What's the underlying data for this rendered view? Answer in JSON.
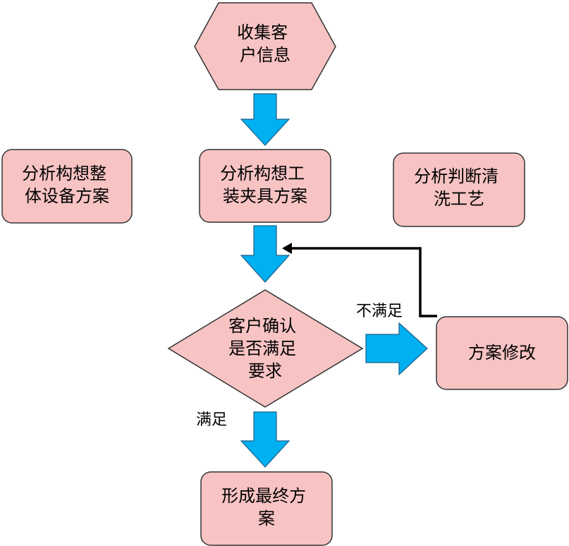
{
  "colors": {
    "node_fill": "#f7c3c3",
    "node_stroke": "#333333",
    "arrow_fill": "#00b0f0",
    "arrow_stroke": "#1f5f8a",
    "line": "#000000"
  },
  "nodes": {
    "collect_info": {
      "lines": [
        "收集客",
        "户信息"
      ]
    },
    "whole_equipment": {
      "lines": [
        "分析构想整",
        "体设备方案"
      ]
    },
    "fixture_plan": {
      "lines": [
        "分析构想工",
        "装夹具方案"
      ]
    },
    "cleaning_process": {
      "lines": [
        "分析判断清",
        "洗工艺"
      ]
    },
    "customer_confirm": {
      "lines": [
        "客户确认",
        "是否满足",
        "要求"
      ]
    },
    "plan_revision": {
      "lines": [
        "方案修改"
      ]
    },
    "final_plan": {
      "lines": [
        "形成最终方",
        "案"
      ]
    }
  },
  "edges": {
    "not_satisfied_label": "不满足",
    "satisfied_label": "满足"
  }
}
